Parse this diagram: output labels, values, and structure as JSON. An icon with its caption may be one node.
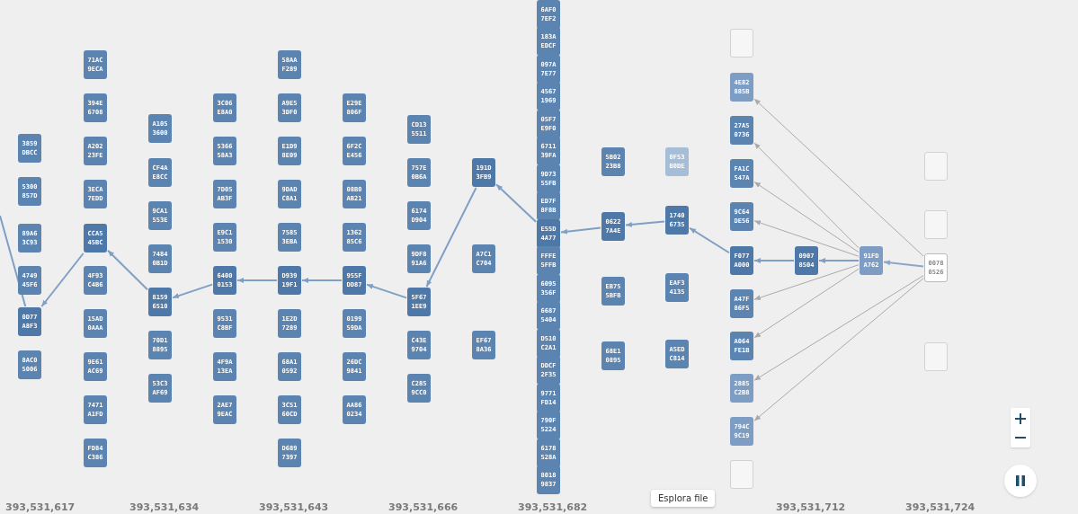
{
  "diagram": {
    "nodes": [
      {
        "text": [
          "3859 DBCC"
        ]
      },
      {
        "text": [
          "5300 857D"
        ]
      },
      {
        "text": [
          "89A6 3C93"
        ]
      },
      {
        "text": [
          "4749 45F6"
        ]
      },
      {
        "text": [
          "0D77 A8F3"
        ]
      },
      {
        "text": [
          "8AC0 5006"
        ]
      },
      {
        "text": [
          "71AC 9ECA"
        ]
      },
      {
        "text": [
          "394E 6708"
        ]
      },
      {
        "text": [
          "A202 23FE"
        ]
      },
      {
        "text": [
          "3ECA 7EDD"
        ]
      },
      {
        "text": [
          "CCA5 45BC"
        ]
      },
      {
        "text": [
          "4F93 C4B6"
        ]
      },
      {
        "text": [
          "15AD 0AAA"
        ]
      },
      {
        "text": [
          "9E61 AC69"
        ]
      },
      {
        "text": [
          "7471 A1FD"
        ]
      },
      {
        "text": [
          "FD84 C386"
        ]
      },
      {
        "text": [
          "A105 3600"
        ]
      },
      {
        "text": [
          "CF4A E8CC"
        ]
      },
      {
        "text": [
          "9CA1 553E"
        ]
      },
      {
        "text": [
          "7484 0B1D"
        ]
      },
      {
        "text": [
          "8159 6510"
        ]
      },
      {
        "text": [
          "70D1 8895"
        ]
      },
      {
        "text": [
          "53C3 AF69"
        ]
      },
      {
        "text": [
          "3C06 E8A0"
        ]
      },
      {
        "text": [
          "5366 58A3"
        ]
      },
      {
        "text": [
          "7D05 AB3F"
        ]
      },
      {
        "text": [
          "E9C1 1530"
        ]
      },
      {
        "text": [
          "6400 0153"
        ]
      },
      {
        "text": [
          "9531 C8BF"
        ]
      },
      {
        "text": [
          "4F9A 13EA"
        ]
      },
      {
        "text": [
          "2AE7 9EAC"
        ]
      },
      {
        "text": [
          "58AA F289"
        ]
      },
      {
        "text": [
          "A9E5 3DF0"
        ]
      },
      {
        "text": [
          "E1D9 8E09"
        ]
      },
      {
        "text": [
          "9DAD C8A1"
        ]
      },
      {
        "text": [
          "7585 3EBA"
        ]
      },
      {
        "text": [
          "D939 19F1"
        ]
      },
      {
        "text": [
          "1E2D 7289"
        ]
      },
      {
        "text": [
          "68A1 0592"
        ]
      },
      {
        "text": [
          "3C51 60CD"
        ]
      },
      {
        "text": [
          "D689 7397"
        ]
      },
      {
        "text": [
          "E29E 806F"
        ]
      },
      {
        "text": [
          "6F2C E456"
        ]
      },
      {
        "text": [
          "08B0 AB21"
        ]
      },
      {
        "text": [
          "1362 85C6"
        ]
      },
      {
        "text": [
          "955F DD87"
        ]
      },
      {
        "text": [
          "0199 59DA"
        ]
      },
      {
        "text": [
          "26DC 9841"
        ]
      },
      {
        "text": [
          "AA86 0234"
        ]
      },
      {
        "text": [
          "CD13 5511"
        ]
      },
      {
        "text": [
          "757E 0B6A"
        ]
      },
      {
        "text": [
          "6174 D904"
        ]
      },
      {
        "text": [
          "9DF8 91A6"
        ]
      },
      {
        "text": [
          "5F67 1EE9"
        ]
      },
      {
        "text": [
          "C43E 9704"
        ]
      },
      {
        "text": [
          "C285 9CC0"
        ]
      },
      {
        "text": [
          "191D 3FB9"
        ]
      },
      {
        "text": [
          "A7C1 C704"
        ]
      },
      {
        "text": [
          "EF67 8A36"
        ]
      },
      {
        "text": [
          "6AF0 7EF2"
        ]
      },
      {
        "text": [
          "183A EDCF"
        ]
      },
      {
        "text": [
          "097A 7E77"
        ]
      },
      {
        "text": [
          "4567 1969"
        ]
      },
      {
        "text": [
          "05F7 E9F0"
        ]
      },
      {
        "text": [
          "6711 39FA"
        ]
      },
      {
        "text": [
          "9D73 55FB"
        ]
      },
      {
        "text": [
          "ED7F 8F8B"
        ]
      },
      {
        "text": [
          "E55D 4A77"
        ]
      },
      {
        "text": [
          "FFFE 5FFB"
        ]
      },
      {
        "text": [
          "6095 356F"
        ]
      },
      {
        "text": [
          "6687 5404"
        ]
      },
      {
        "text": [
          "D510 C2A1"
        ]
      },
      {
        "text": [
          "DDCF 2F35"
        ]
      },
      {
        "text": [
          "9771 FD14"
        ]
      },
      {
        "text": [
          "790F 5224"
        ]
      },
      {
        "text": [
          "6178 528A"
        ]
      },
      {
        "text": [
          "8018 9837"
        ]
      },
      {
        "text": [
          "5B02 23B8"
        ]
      },
      {
        "text": [
          "0622 7A4E"
        ]
      },
      {
        "text": [
          "EB75 5BFB"
        ]
      },
      {
        "text": [
          "68E1 0895"
        ]
      },
      {
        "text": [
          "0F53 B0DE"
        ]
      },
      {
        "text": [
          "1740 6735"
        ]
      },
      {
        "text": [
          "EAF3 4135"
        ]
      },
      {
        "text": [
          "A5ED C814"
        ]
      },
      {
        "text": [],
        "shape": "box"
      },
      {
        "text": [
          "4E82 885B"
        ]
      },
      {
        "text": [
          "27A5 0736"
        ]
      },
      {
        "text": [
          "FA1C 547A"
        ]
      },
      {
        "text": [
          "9C64 DE56"
        ]
      },
      {
        "text": [
          "F077 A000"
        ]
      },
      {
        "text": [
          "A47F 86F5"
        ]
      },
      {
        "text": [
          "A064 FE1B"
        ]
      },
      {
        "text": [
          "2885 C2B8"
        ]
      },
      {
        "text": [
          "794C 9C19"
        ]
      },
      {
        "text": [],
        "shape": "box"
      },
      {
        "text": [
          "0907 8504"
        ]
      },
      {
        "text": [
          "91FD A762"
        ]
      },
      {
        "text": [],
        "shape": "box"
      },
      {
        "text": [],
        "shape": "box"
      },
      {
        "text": [
          "0078 0526"
        ]
      },
      {
        "text": [],
        "shape": "box"
      }
    ],
    "edges": [
      {
        "from": 100,
        "to": 97,
        "arrow": "to",
        "color": "#8aa7c8"
      },
      {
        "from": 97,
        "to": 96,
        "arrow": "to",
        "color": "#7f9fc4"
      },
      {
        "from": 96,
        "to": 90,
        "arrow": "to",
        "color": "#7f9fc4"
      },
      {
        "from": 90,
        "to": 82,
        "arrow": "to",
        "color": "#7f9fc4"
      },
      {
        "from": 82,
        "to": 78,
        "arrow": "to",
        "color": "#7f9fc4"
      },
      {
        "from": 78,
        "to": 67,
        "arrow": "to",
        "color": "#7f9fc4"
      },
      {
        "from": 67,
        "to": 56,
        "arrow": "to",
        "color": "#7f9fc4"
      },
      {
        "from": 56,
        "to": 53,
        "arrow": "to",
        "color": "#7f9fc4"
      },
      {
        "from": 53,
        "to": 45,
        "arrow": "to",
        "color": "#7f9fc4"
      },
      {
        "from": 45,
        "to": 36,
        "arrow": "to",
        "color": "#7f9fc4"
      },
      {
        "from": 36,
        "to": 27,
        "arrow": "to",
        "color": "#7f9fc4"
      },
      {
        "from": 27,
        "to": 20,
        "arrow": "to",
        "color": "#7f9fc4"
      },
      {
        "from": 20,
        "to": 10,
        "arrow": "to",
        "color": "#7f9fc4"
      },
      {
        "from": 10,
        "to": 4,
        "arrow": "to",
        "color": "#7f9fc4"
      },
      {
        "from": 4,
        "to": null,
        "arrow": "none",
        "color": "#7f9fc4"
      },
      {
        "from": 100,
        "to": 86,
        "arrow": "to"
      },
      {
        "from": 100,
        "to": 93,
        "arrow": "to"
      },
      {
        "from": 100,
        "to": 94,
        "arrow": "to"
      },
      {
        "from": 97,
        "to": 87,
        "arrow": "to"
      },
      {
        "from": 97,
        "to": 88,
        "arrow": "to"
      },
      {
        "from": 97,
        "to": 89,
        "arrow": "to"
      },
      {
        "from": 97,
        "to": 91,
        "arrow": "to"
      },
      {
        "from": 97,
        "to": 92,
        "arrow": "to"
      }
    ],
    "labels": [
      "393,531,617",
      "393,531,634",
      "393,531,643",
      "393,531,666",
      "393,531,682",
      "393,531,712",
      "393,531,724",
      "Esplora file"
    ]
  }
}
